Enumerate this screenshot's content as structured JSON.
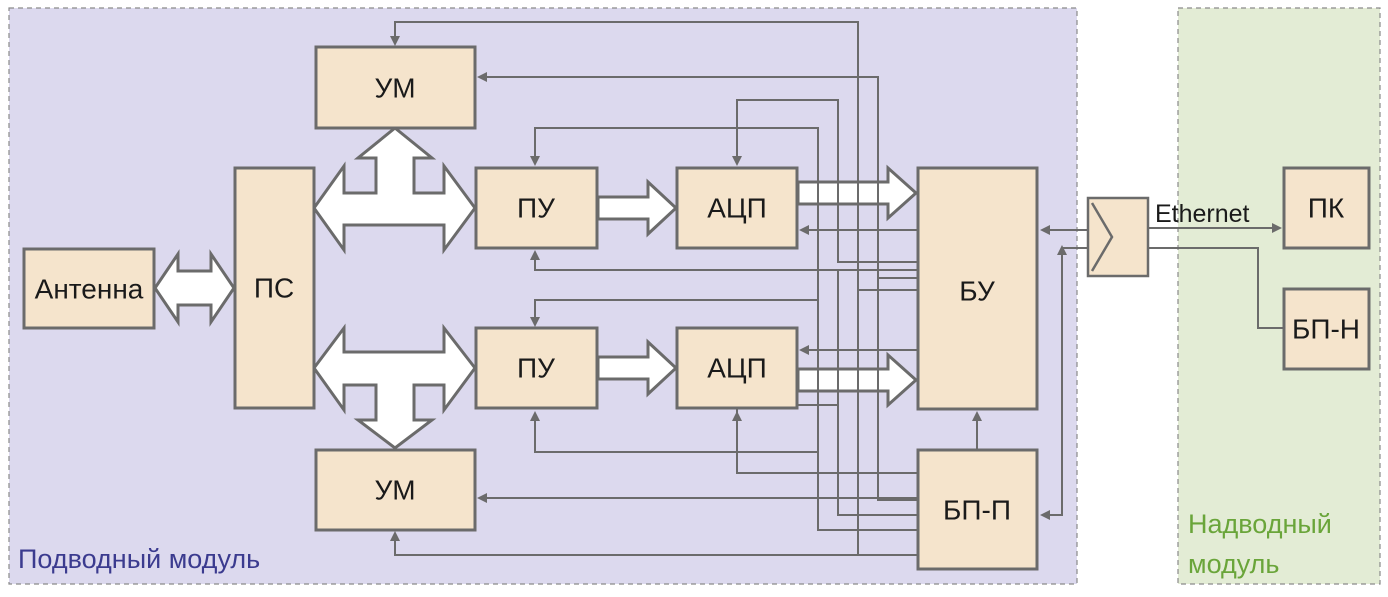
{
  "zones": {
    "underwater": "Подводный модуль",
    "surface_line1": "Надводный",
    "surface_line2": "модуль"
  },
  "blocks": {
    "antenna": "Антенна",
    "ps": "ПС",
    "um_top": "УМ",
    "um_bottom": "УМ",
    "pu_top": "ПУ",
    "pu_bottom": "ПУ",
    "adc_top": "АЦП",
    "adc_bottom": "АЦП",
    "bu": "БУ",
    "bp_p": "БП-П",
    "pk": "ПК",
    "bp_n": "БП-Н"
  },
  "link": {
    "ethernet": "Ethernet"
  },
  "colors": {
    "underwater_zone": "#dcd9ee",
    "surface_zone": "#e3ecd5",
    "block_fill": "#f5e4cc",
    "line": "#6b6b6b",
    "underwater_label": "#3b3b8f",
    "surface_label": "#6aa53a"
  }
}
